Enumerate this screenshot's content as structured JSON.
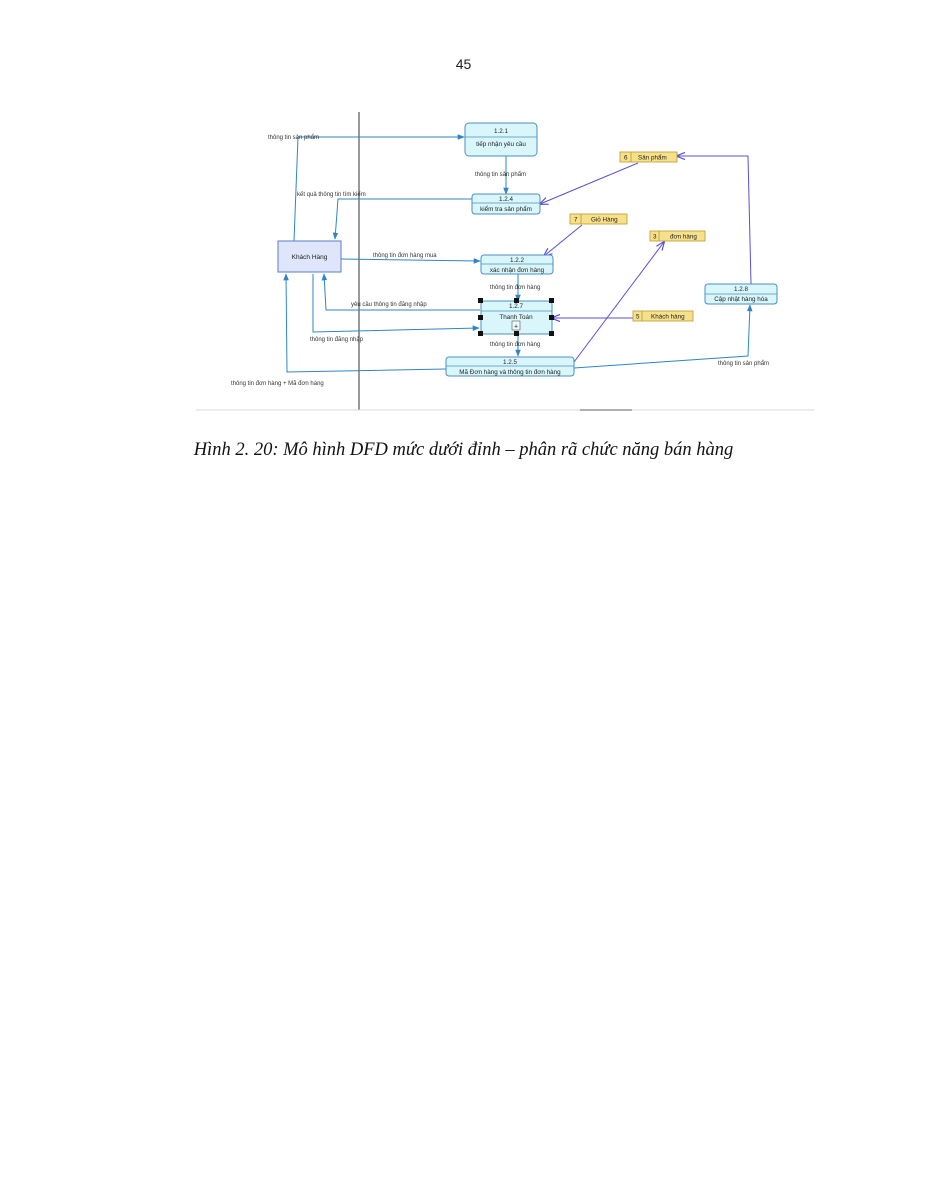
{
  "page": {
    "number": "45"
  },
  "diagram": {
    "entity": {
      "label": "Khách Hàng"
    },
    "processes": [
      {
        "id": "1.2.1",
        "name": "tiếp nhận yêu cầu"
      },
      {
        "id": "1.2.4",
        "name": "kiểm tra sản phẩm"
      },
      {
        "id": "1.2.2",
        "name": "xác nhận đơn hàng"
      },
      {
        "id": "1.2.7",
        "name": "Thanh Toán"
      },
      {
        "id": "1.2.5",
        "name": "Mã Đơn hàng và thông tin đơn hàng"
      },
      {
        "id": "1.2.8",
        "name": "Cập nhật hàng hóa"
      }
    ],
    "stores": [
      {
        "num": "6",
        "name": "Sản phẩm"
      },
      {
        "num": "7",
        "name": "Giỏ Hàng"
      },
      {
        "num": "3",
        "name": "đơn hàng"
      },
      {
        "num": "5",
        "name": "Khách hàng"
      }
    ],
    "flows": [
      "thông tin sản phẩm",
      "thông tin sản phẩm",
      "kết quả thông tin tìm kiếm",
      "thông tin đơn hàng mua",
      "thông tin đơn hàng",
      "yêu cầu thông tin đăng nhập",
      "thông tin đăng nhập",
      "thông tin đơn hàng",
      "thông tin sản phẩm",
      "thông tin đơn hàng + Mã đơn hàng"
    ],
    "selection_marker": "+"
  },
  "caption": "Hình 2. 20: Mô hình DFD mức dưới đỉnh – phân rã chức năng bán hàng"
}
